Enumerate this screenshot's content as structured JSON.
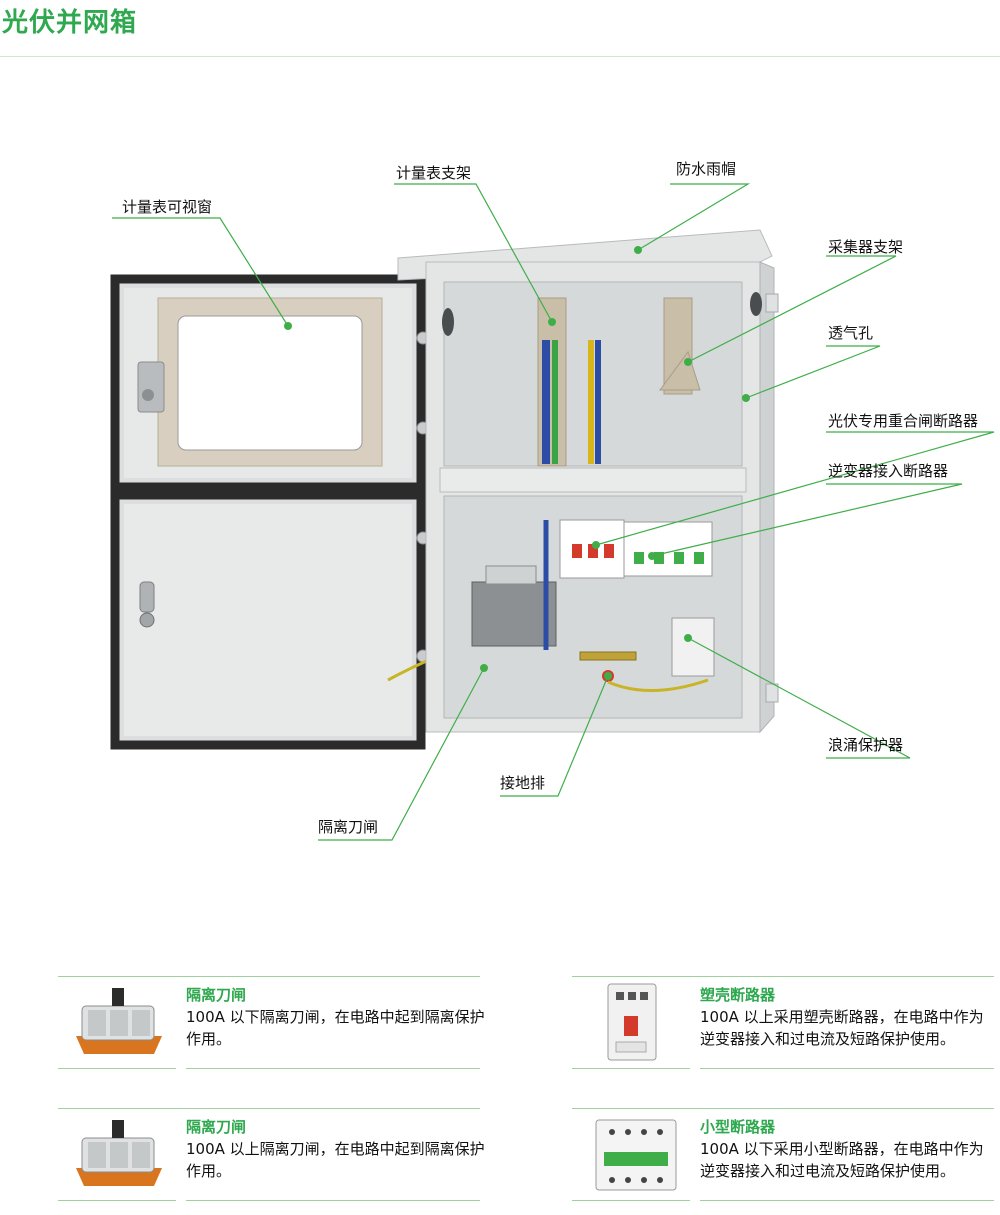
{
  "page": {
    "title": "光伏并网箱"
  },
  "callouts": {
    "meter_window": "计量表可视窗",
    "meter_bracket": "计量表支架",
    "rain_cap": "防水雨帽",
    "collector_bracket": "采集器支架",
    "vent_hole": "透气孔",
    "pv_recloser": "光伏专用重合闸断路器",
    "inverter_breaker": "逆变器接入断路器",
    "surge_protector": "浪涌保护器",
    "ground_bar": "接地排",
    "isolator_switch": "隔离刀闸"
  },
  "cards": [
    {
      "title": "隔离刀闸",
      "desc": "100A 以下隔离刀闸，在电路中起到隔离保护作用。",
      "icon": "isolator-switch-icon"
    },
    {
      "title": "塑壳断路器",
      "desc": "100A 以上采用塑壳断路器，在电路中作为逆变器接入和过电流及短路保护使用。",
      "icon": "mccb-icon"
    },
    {
      "title": "隔离刀闸",
      "desc": "100A 以上隔离刀闸，在电路中起到隔离保护作用。",
      "icon": "isolator-switch-icon"
    },
    {
      "title": "小型断路器",
      "desc": "100A 以下采用小型断路器，在电路中作为逆变器接入和过电流及短路保护使用。",
      "icon": "mcb-icon"
    }
  ],
  "colors": {
    "accent": "#2fa84f",
    "rule": "#9fd19f",
    "cabinet": "#e4e6e6",
    "door_gasket": "#2b2b2b"
  }
}
